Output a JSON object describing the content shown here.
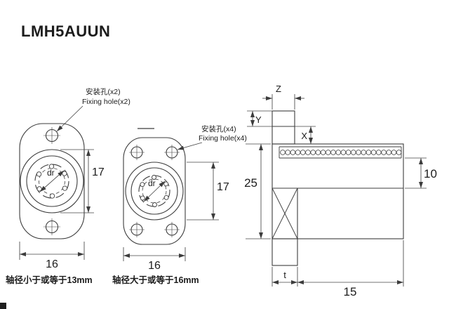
{
  "title": "LMH5AUUN",
  "left_view": {
    "note_line1": "安装孔(x2)",
    "note_line2": "Fixing hole(x2)",
    "dr_label": "dr",
    "dim_diameter": "17",
    "dim_width": "16"
  },
  "middle_view": {
    "note_line1": "安装孔(x4)",
    "note_line2": "Fixing hole(x4)",
    "dr_label": "dr",
    "dim_diameter": "17",
    "dim_width": "16"
  },
  "side_view": {
    "dim_z": "Z",
    "dim_y": "Y",
    "dim_x": "X",
    "dim_height": "25",
    "dim_bore": "10",
    "dim_thickness": "t",
    "dim_length": "15"
  },
  "captions": {
    "left": "轴径小于或等于13mm",
    "right": "轴径大于或等于16mm"
  }
}
